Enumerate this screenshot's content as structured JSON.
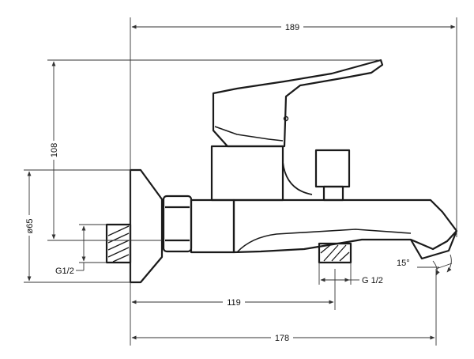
{
  "dimensions": {
    "overall_width": "189",
    "overall_height": "108",
    "escutcheon_diameter": "ø65",
    "wall_thread": "G1/2",
    "diverter_thread": "G 1/2",
    "spout_angle": "15°",
    "to_outlet": "119",
    "spout_reach": "178"
  }
}
